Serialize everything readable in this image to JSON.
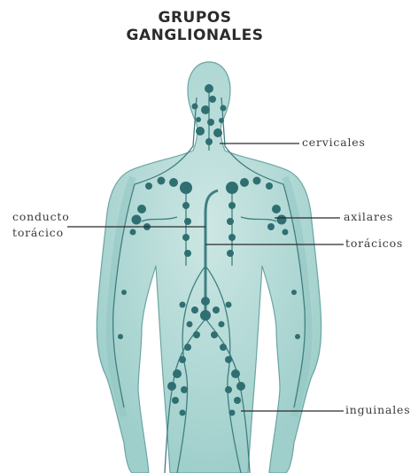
{
  "title": {
    "line1": "GRUPOS",
    "line2": "GANGLIONALES"
  },
  "labels": {
    "cervicales": "cervicales",
    "conducto_line1": "conducto",
    "conducto_line2": "torácico",
    "axilares": "axilares",
    "toracicos": "torácicos",
    "inguinales": "inguinales"
  },
  "colors": {
    "body_fill": "#b9dcd9",
    "body_shade": "#8fc4c0",
    "node": "#2f6f72",
    "vessel": "#3f7f80",
    "leader": "#2a2a2a"
  }
}
